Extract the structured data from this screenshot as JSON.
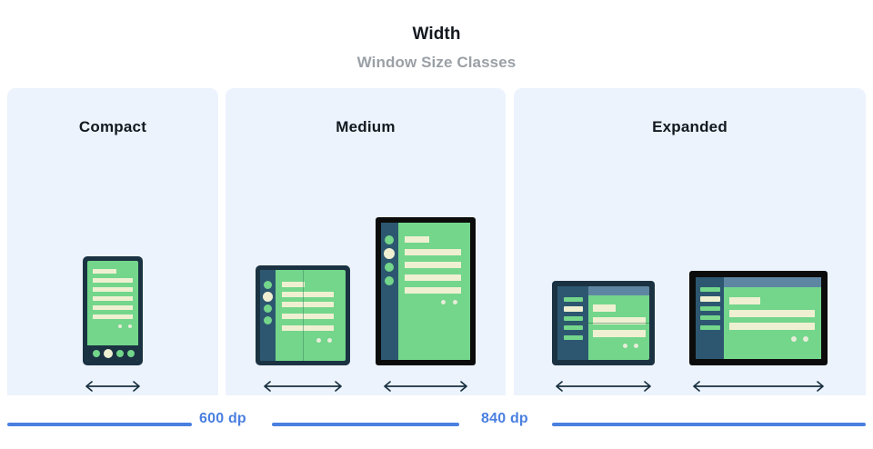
{
  "header": {
    "title": "Width",
    "subtitle": "Window Size Classes"
  },
  "colors": {
    "panel_bg": "#ecf3fd",
    "page_bg": "#ffffff",
    "title": "#14191f",
    "subtitle": "#9aa0a6",
    "accent_blue": "#4a7fe0",
    "device_frame": "#1b3242",
    "device_frame_black": "#0c0c0c",
    "screen_green": "#73d68b",
    "content_cream": "#eff0d2",
    "rail_slate": "#2d5770",
    "topbar_slate": "#5e86a2",
    "arrow": "#19303f"
  },
  "panels": [
    {
      "id": "compact",
      "label": "Compact",
      "devices": [
        {
          "name": "phone",
          "type": "phone",
          "arrow_label": "width-arrow"
        }
      ]
    },
    {
      "id": "medium",
      "label": "Medium",
      "devices": [
        {
          "name": "foldable-unfolded",
          "type": "foldable",
          "arrow_label": "width-arrow"
        },
        {
          "name": "tablet-portrait",
          "type": "tablet-portrait",
          "arrow_label": "width-arrow"
        }
      ]
    },
    {
      "id": "expanded",
      "label": "Expanded",
      "devices": [
        {
          "name": "foldable-landscape",
          "type": "foldable-landscape",
          "arrow_label": "width-arrow"
        },
        {
          "name": "tablet-landscape",
          "type": "tablet-landscape",
          "arrow_label": "width-arrow"
        }
      ]
    }
  ],
  "breakpoints": [
    {
      "id": "bp-600",
      "label": "600 dp"
    },
    {
      "id": "bp-840",
      "label": "840 dp"
    }
  ]
}
